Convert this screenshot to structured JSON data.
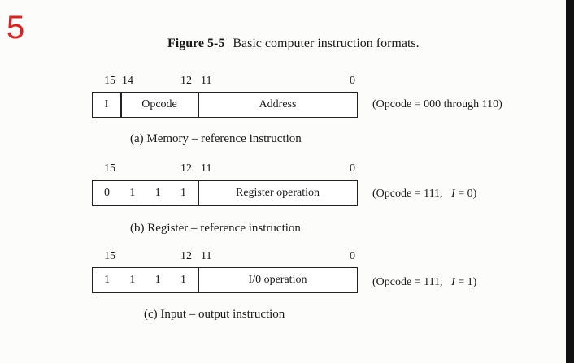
{
  "corner_mark": "5",
  "figure": {
    "label": "Figure 5-5",
    "title": "Basic computer instruction formats."
  },
  "formats": [
    {
      "bits": {
        "left1": "15",
        "left2": "14",
        "mid1": "12",
        "mid2": "11",
        "right": "0"
      },
      "fields": {
        "i": "I",
        "opcode": "Opcode",
        "operand": "Address"
      },
      "note": "(Opcode =  000 through 110)",
      "caption": "(a) Memory – reference instruction"
    },
    {
      "bits": {
        "left1": "15",
        "mid1": "12",
        "mid2": "11",
        "right": "0"
      },
      "fields": {
        "b1": "0",
        "b2": "1",
        "b3": "1",
        "b4": "1",
        "operand": "Register operation"
      },
      "note_prefix": "(Opcode = 111,",
      "note_var": "I",
      "note_suffix": " = 0)",
      "caption": "(b) Register – reference instruction"
    },
    {
      "bits": {
        "left1": "15",
        "mid1": "12",
        "mid2": "11",
        "right": "0"
      },
      "fields": {
        "b1": "1",
        "b2": "1",
        "b3": "1",
        "b4": "1",
        "operand": "I/0 operation"
      },
      "note_prefix": "(Opcode = 111,",
      "note_var": "I",
      "note_suffix": " = 1)",
      "caption": "(c) Input – output instruction"
    }
  ]
}
